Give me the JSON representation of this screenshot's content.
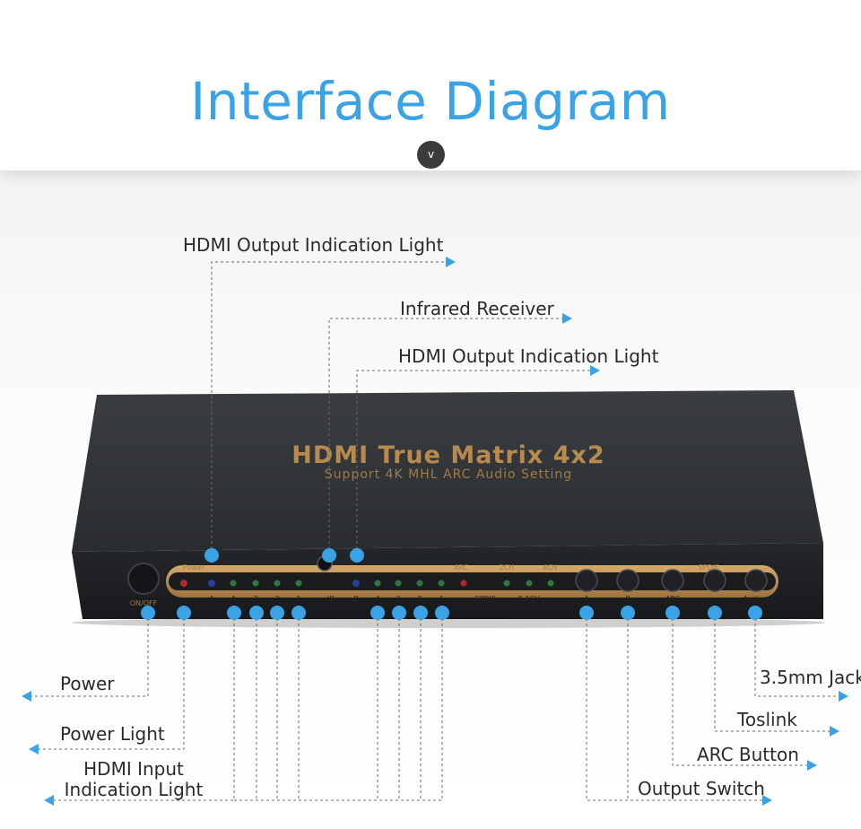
{
  "header": {
    "title": "Interface Diagram",
    "chevron": "v"
  },
  "device": {
    "name": "HDMI True Matrix 4x2",
    "subtitle": "Support 4K MHL ARC Audio Setting",
    "panel": {
      "power_label": "Power",
      "on_off_label": "ON/OFF",
      "arc_group_labels": [
        "ARC",
        "2CH",
        "AOV"
      ],
      "spdif_label": "SPDIF",
      "bottom_labels": [
        "A",
        "4",
        "3",
        "2",
        "1",
        "IR",
        "B",
        "4",
        "3",
        "2",
        "1",
        "SPDIF",
        "5.1CH",
        "A",
        "B",
        "ARC",
        "Audio"
      ]
    }
  },
  "callouts": {
    "hdmi_output_light_a": "HDMI Output Indication Light",
    "infrared_receiver": "Infrared Receiver",
    "hdmi_output_light_b": "HDMI Output Indication Light",
    "power": "Power",
    "power_light": "Power Light",
    "hdmi_input_light": "HDMI Input Indication Light",
    "jack": "3.5mm Jack",
    "toslink": "Toslink",
    "arc_button": "ARC Button",
    "output_switch": "Output Switch"
  },
  "colors": {
    "accent": "#3aa3e6",
    "marker": "#3aa3e6",
    "device_body": "#2c2f33",
    "gold": "#b88a4e"
  }
}
